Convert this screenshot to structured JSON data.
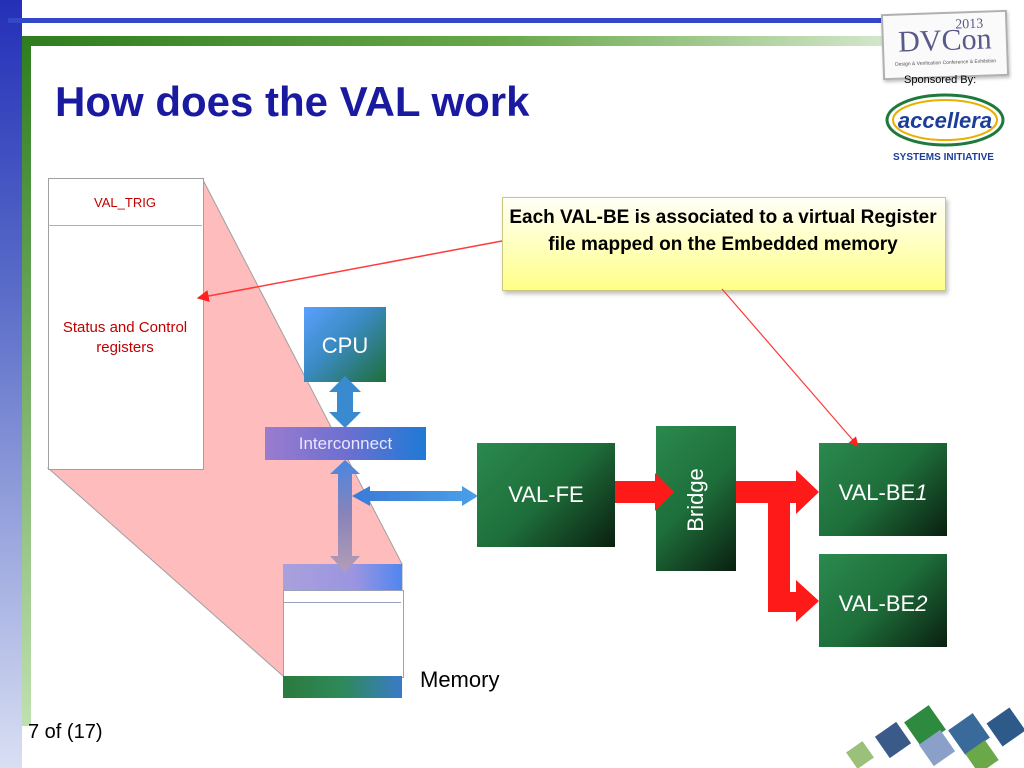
{
  "slide": {
    "title": "How does the VAL work",
    "page_number": "7 of (17)"
  },
  "sponsor": {
    "dvcon_logo": "DVCon",
    "dvcon_year": "2013",
    "dvcon_tagline": "Design & Verification Conference & Exhibition",
    "sponsored_by": "Sponsored By:",
    "accellera_logo": "accellera",
    "systems_initiative": "SYSTEMS INITIATIVE"
  },
  "register_panel": {
    "trigger_label": "VAL_TRIG",
    "status_label": "Status and Control registers"
  },
  "callout": {
    "text": "Each VAL-BE is associated to a virtual Register file mapped on the Embedded memory"
  },
  "blocks": {
    "cpu": "CPU",
    "interconnect": "Interconnect",
    "val_fe": "VAL-FE",
    "bridge": "Bridge",
    "val_be1": "VAL-BE",
    "val_be1_index": "1",
    "val_be2": "VAL-BE",
    "val_be2_index": "2",
    "memory": "Memory"
  },
  "colors": {
    "title": "#1a1aa0",
    "register_text": "#c00000",
    "callout_fill": "#ffff88",
    "block_green": "#1e6e3a",
    "red_arrow": "#ff0000",
    "pink_projection": "#ffb3b3",
    "blue_arrow": "#4a90d9"
  }
}
